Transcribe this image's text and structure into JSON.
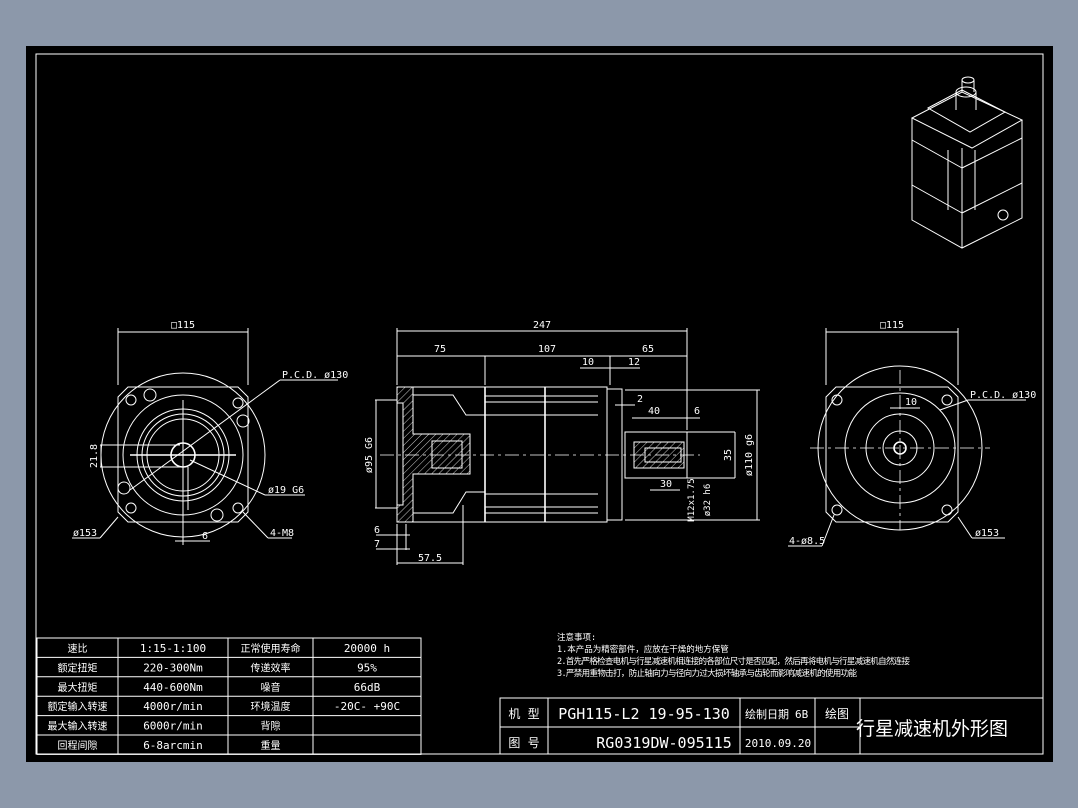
{
  "colors": {
    "background": "#8c98aa",
    "paper": "#000000",
    "lines": "#ffffff"
  },
  "left_view": {
    "square": "□115",
    "pcd": "P.C.D. ø130",
    "bore": "ø19 G6",
    "flange": "ø153",
    "holes": "4-M8",
    "key_height": "21.8",
    "key_width": "6"
  },
  "side_view": {
    "overall": "247",
    "seg1": "75",
    "seg2": "107",
    "seg3": "65",
    "d10": "10",
    "d12": "12",
    "d2": "2",
    "d40": "40",
    "d6": "6",
    "d35": "35",
    "d30": "30",
    "shaft_thread": "M12x1.75",
    "shaft_dia": "ø32 h6",
    "pilot": "ø110 g6",
    "input_pilot": "ø95 G6",
    "t6": "6",
    "t7": "7",
    "d57": "57.5"
  },
  "right_view": {
    "square": "□115",
    "pcd": "P.C.D. ø130",
    "d10": "10",
    "flange": "ø153",
    "holes": "4-ø8.5"
  },
  "spec_table": {
    "rows": [
      [
        "速比",
        "1:15-1:100",
        "正常使用寿命",
        "20000 h"
      ],
      [
        "额定扭矩",
        "220-300Nm",
        "传递效率",
        "95%"
      ],
      [
        "最大扭矩",
        "440-600Nm",
        "噪音",
        "66dB"
      ],
      [
        "额定输入转速",
        "4000r/min",
        "环境温度",
        "-20C- +90C"
      ],
      [
        "最大输入转速",
        "6000r/min",
        "背隙",
        ""
      ],
      [
        "回程间隙",
        "6-8arcmin",
        "重量",
        ""
      ]
    ]
  },
  "notes": {
    "title": "注意事项:",
    "items": [
      "1.本产品为精密部件，应放在干燥的地方保管",
      "2.首先严格检查电机与行星减速机相连接的各部位尺寸是否匹配，然后再将电机与行星减速机自然连接",
      "3.严禁用重物击打，防止轴向力与径向力过大损坏轴承与齿轮而影响减速机的使用功能"
    ]
  },
  "title_block": {
    "model_label": "机 型",
    "model": "PGH115-L2 19-95-130",
    "date_label": "绘制日期",
    "rev": "6B",
    "drawn_label": "绘图",
    "drawing_no_label": "图 号",
    "drawing_no": "RG0319DW-095115",
    "date": "2010.09.20",
    "title": "行星减速机外形图"
  }
}
